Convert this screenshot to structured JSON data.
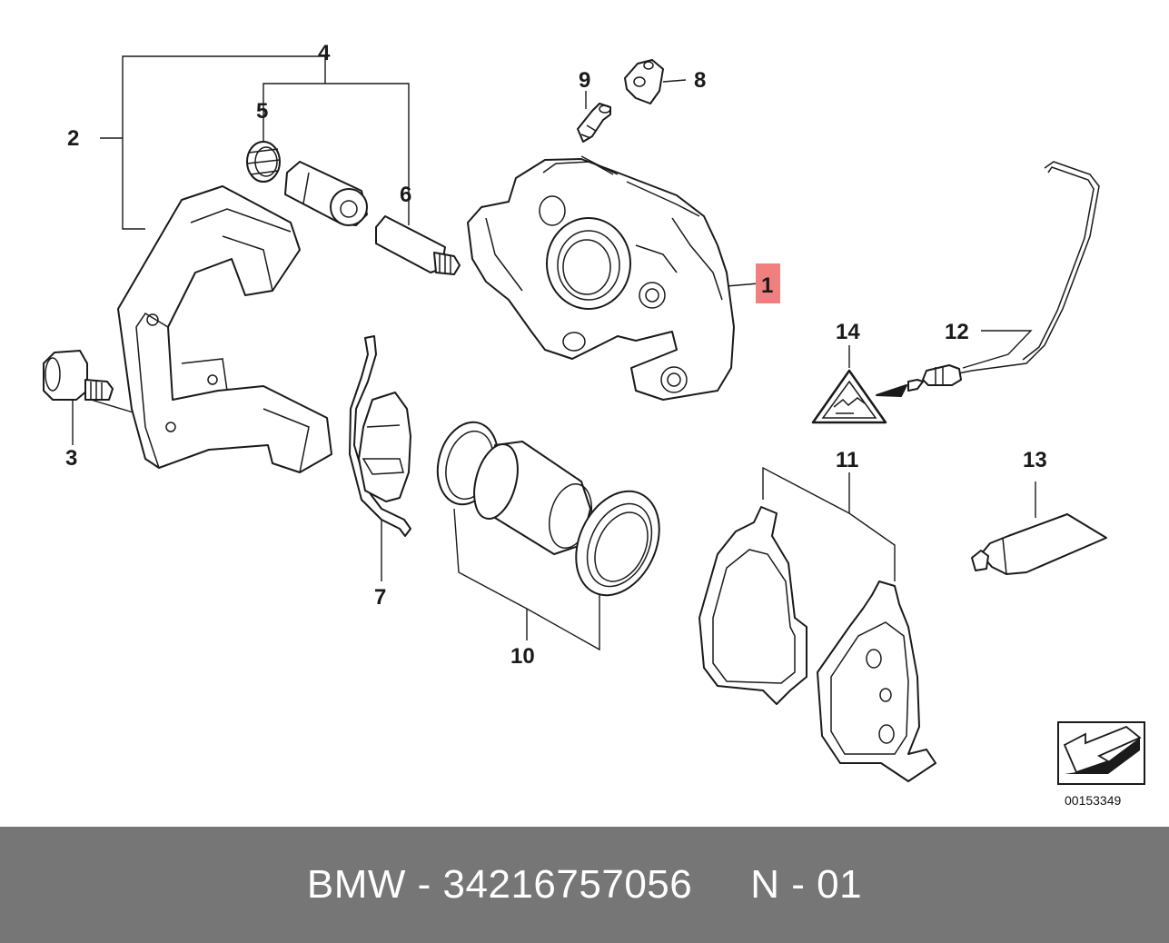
{
  "callouts": {
    "c1": "1",
    "c2": "2",
    "c3": "3",
    "c4": "4",
    "c5": "5",
    "c6": "6",
    "c7": "7",
    "c8": "8",
    "c9": "9",
    "c10": "10",
    "c11": "11",
    "c12": "12",
    "c13": "13",
    "c14": "14"
  },
  "highlight_color": "#f08080",
  "diagram_code": "00153349",
  "footer": {
    "brand": "BMW - 34216757056",
    "variant": "N - 01"
  }
}
